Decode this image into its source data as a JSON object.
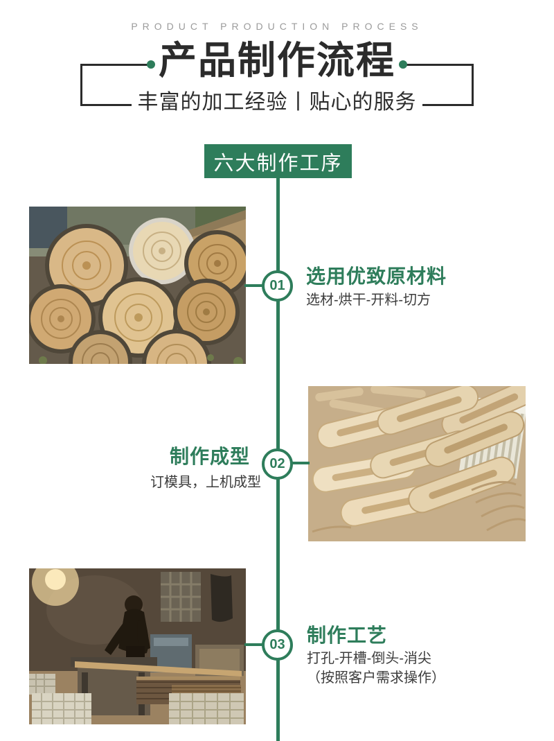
{
  "header": {
    "eyebrow": "PRODUCT PRODUCTION PROCESS",
    "title": "产品制作流程",
    "subtitle": "丰富的加工经验丨贴心的服务"
  },
  "badge": {
    "label": "六大制作工序"
  },
  "steps": [
    {
      "number": "01",
      "title": "选用优致原材料",
      "desc": "选材-烘干-开料-切方",
      "photo": "stacked-timber-logs"
    },
    {
      "number": "02",
      "title": "制作成型",
      "desc": "订模具，上机成型",
      "photo": "machine-shaped-wooden-blanks"
    },
    {
      "number": "03",
      "title": "制作工艺",
      "desc": "打孔-开槽-倒头-消尖",
      "desc2": "（按照客户需求操作）",
      "photo": "workshop-worker-sawing"
    }
  ],
  "colors": {
    "accent_green": "#2E7D5B",
    "title_dark": "#2B2B2B",
    "eyebrow_gray": "#9B9B9B",
    "desc_gray": "#3C3C3C"
  }
}
